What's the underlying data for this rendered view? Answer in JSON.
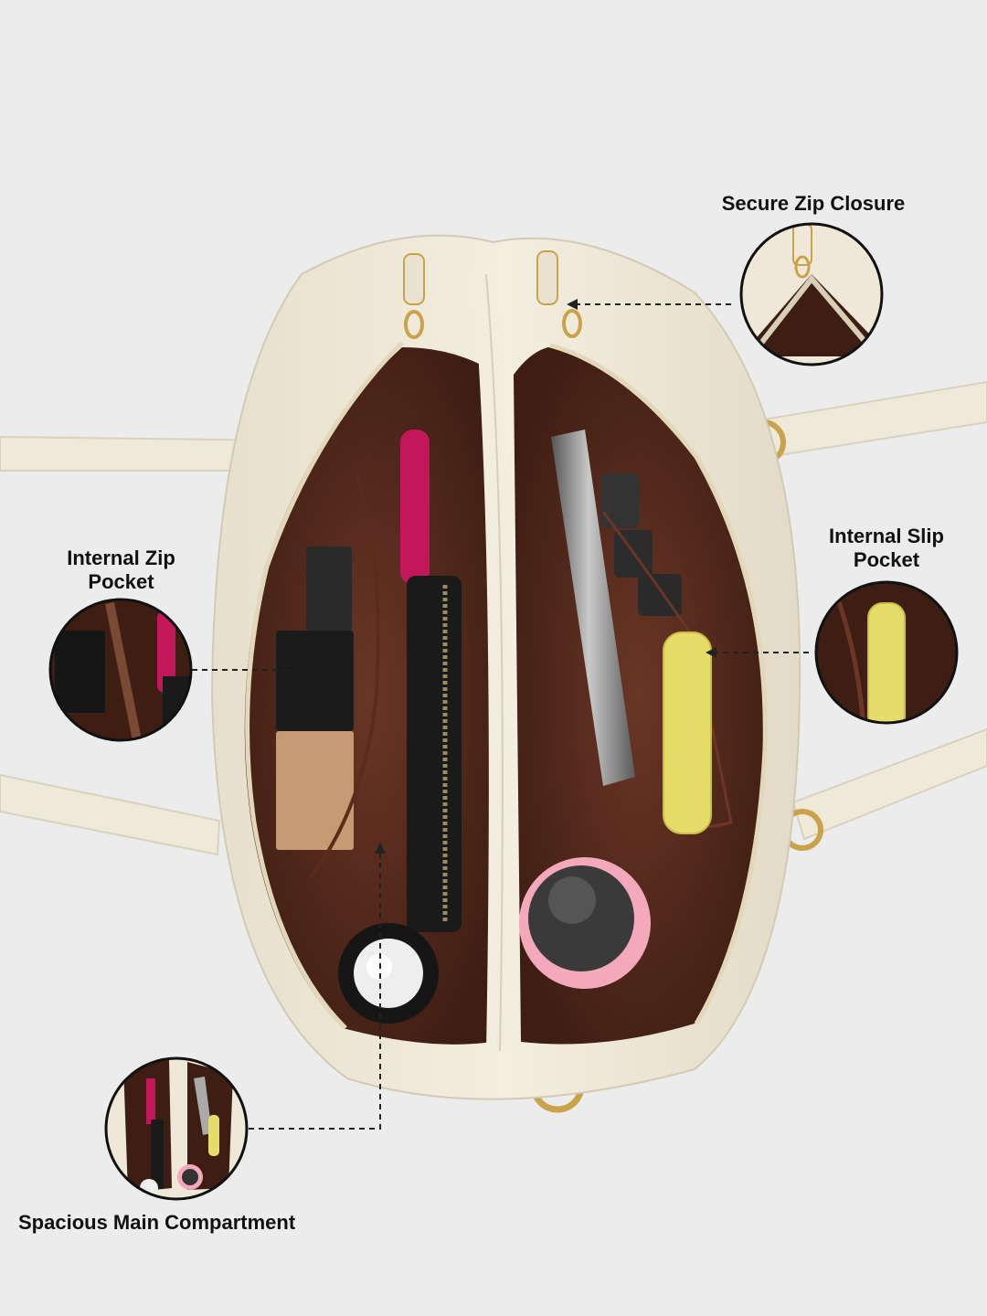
{
  "callouts": {
    "zip_closure": {
      "label": "Secure Zip Closure",
      "icon": "zip-pull-detail-icon"
    },
    "internal_zip": {
      "label": "Internal Zip\nPocket",
      "icon": "zip-pocket-detail-icon"
    },
    "slip_pocket": {
      "label": "Internal Slip\nPocket",
      "icon": "slip-pocket-detail-icon"
    },
    "main_compartment": {
      "label": "Spacious Main Compartment",
      "icon": "main-compartment-detail-icon"
    }
  },
  "colors": {
    "background": "#ececec",
    "bag_leather": "#efe8d8",
    "lining": "#4a2418",
    "hardware": "#c9a24a"
  }
}
